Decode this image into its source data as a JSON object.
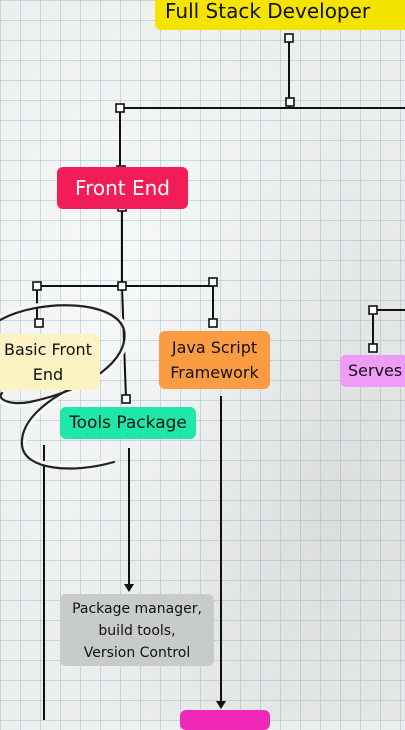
{
  "nodes": {
    "full_stack": "Full Stack Developer",
    "front_end": "Front End",
    "basic_front_end_line1": "Basic Front",
    "basic_front_end_line2": "End",
    "tools_package": "Tools Package",
    "js_framework_line1": "Java Script",
    "js_framework_line2": "Framework",
    "serves": "Serves",
    "package_manager_line1": "Package manager,",
    "package_manager_line2": "build tools,",
    "package_manager_line3": "Version Control"
  },
  "colors": {
    "full_stack": "#f5e400",
    "front_end": "#f21c56",
    "basic_front_end": "#fbf3c4",
    "tools_package": "#1ee8a8",
    "js_framework": "#fb9c42",
    "serves": "#ee9cf5",
    "package_manager": "#c7cbc9",
    "bottom_node": "#f028b8"
  }
}
